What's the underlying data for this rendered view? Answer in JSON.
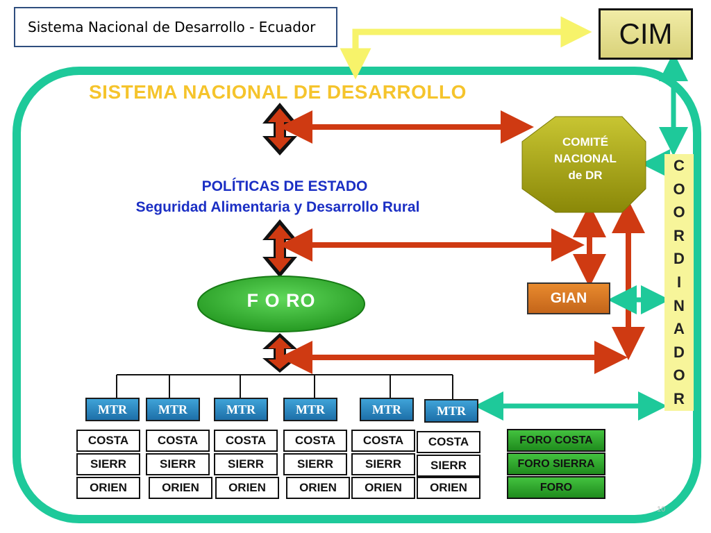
{
  "title_box": "Sistema Nacional de Desarrollo - Ecuador",
  "cim": "CIM",
  "system_title": "SISTEMA NACIONAL DE DESARROLLO",
  "politicas": {
    "line1": "POLÍTICAS DE ESTADO",
    "line2": "Seguridad Alimentaria y Desarrollo Rural"
  },
  "comite": {
    "line1": "COMITÉ",
    "line2": "NACIONAL",
    "line3": "de DR"
  },
  "gian": "GIAN",
  "foro": "F O RO",
  "coordinador_letters": [
    "C",
    "O",
    "O",
    "R",
    "D",
    "I",
    "N",
    "A",
    "D",
    "O",
    "R"
  ],
  "mtr_label": "MTR",
  "mtr_columns": [
    {
      "mtr": "MTR",
      "regions": [
        "COSTA",
        "SIERR",
        "ORIEN"
      ]
    },
    {
      "mtr": "MTR",
      "regions": [
        "COSTA",
        "SIERR",
        "ORIEN"
      ]
    },
    {
      "mtr": "MTR",
      "regions": [
        "COSTA",
        "SIERR",
        "ORIEN"
      ]
    },
    {
      "mtr": "MTR",
      "regions": [
        "COSTA",
        "SIERR",
        "ORIEN"
      ]
    },
    {
      "mtr": "MTR",
      "regions": [
        "COSTA",
        "SIERR",
        "ORIEN"
      ]
    },
    {
      "mtr": "MTR",
      "regions": [
        "COSTA",
        "SIERR",
        "ORIEN"
      ]
    }
  ],
  "foro_boxes": [
    "FORO COSTA",
    "FORO SIERRA",
    "FORO"
  ],
  "page_number": "10",
  "colors": {
    "frame": "#1ec99a",
    "yellow_arrow": "#f7f36a",
    "red_arrow": "#cf3a12",
    "title_yellow": "#f5c42c",
    "politicas_blue": "#1b2fc4",
    "comite_olive": "#a6a415",
    "foro_green": "#2fb52c",
    "mtr_blue": "#2a88c6",
    "gian_orange": "#d9772a"
  }
}
